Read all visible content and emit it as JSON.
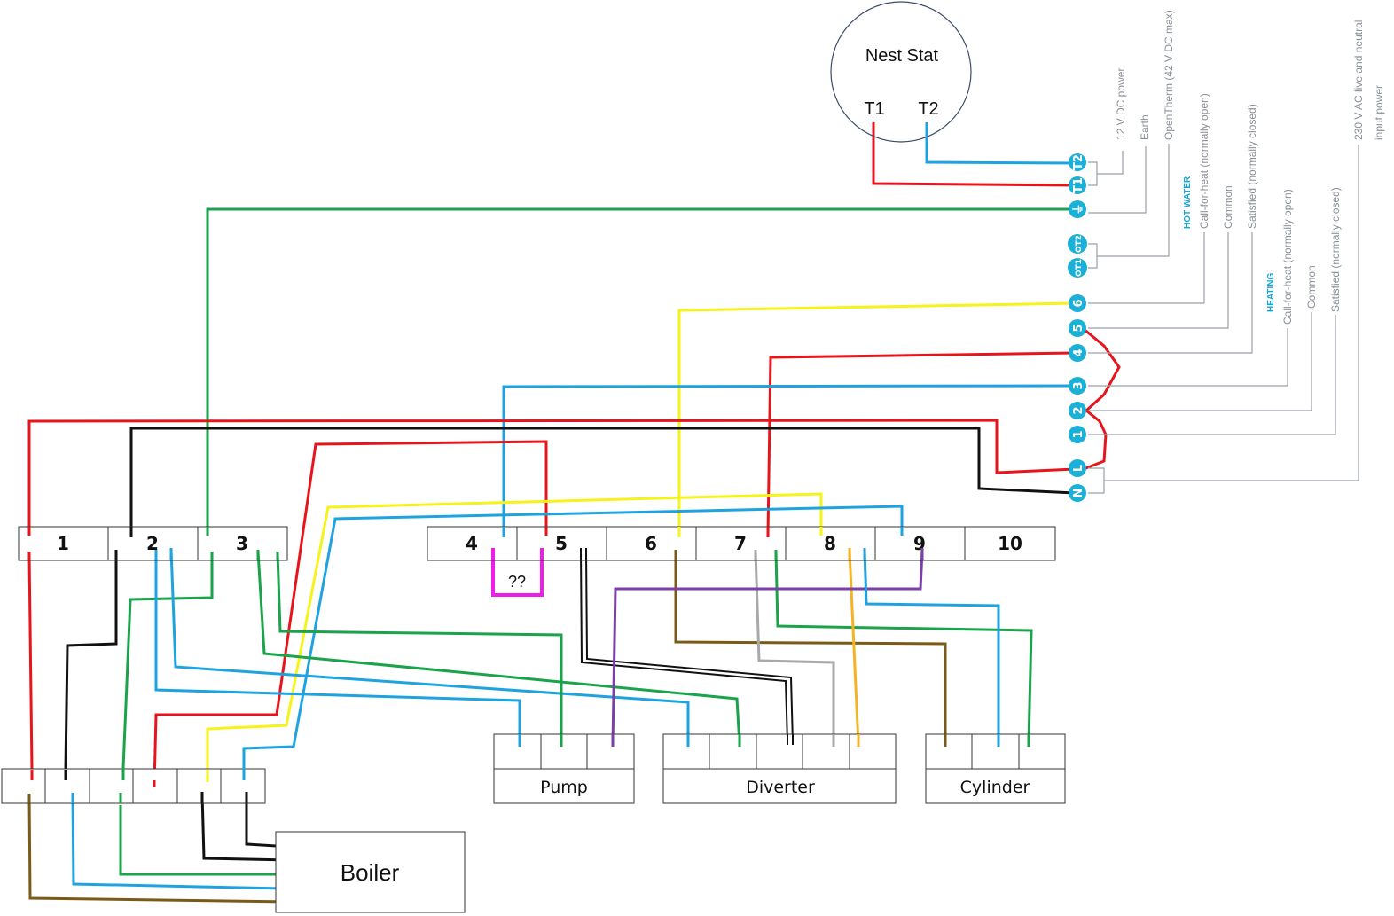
{
  "colors": {
    "red": "#e8141c",
    "black": "#111111",
    "green": "#1aa34a",
    "blue": "#1fa3e0",
    "yellow": "#f6f31a",
    "brown": "#7a5a18",
    "grey": "#a9a9a9",
    "orange": "#f5b324",
    "purple": "#7b3fa8",
    "magenta": "#ee1de8",
    "hub": "#1ab0d8",
    "label_grey": "#8a8f96"
  },
  "thermostat": {
    "title": "Nest Stat",
    "t1": "T1",
    "t2": "T2"
  },
  "hub": {
    "terminals": [
      "T2",
      "T1",
      "⏚",
      "OT2",
      "OT1",
      "6",
      "5",
      "4",
      "3",
      "2",
      "1",
      "L",
      "N"
    ],
    "labels": {
      "dc_power": "12 V DC power",
      "earth": "Earth",
      "opentherm": "OpenTherm (42 V DC max)",
      "hot_water_heading": "HOT WATER",
      "hw_call": "Call-for-heat (normally open)",
      "hw_common": "Common",
      "hw_satisfied": "Satisfied (normally closed)",
      "heating_heading": "HEATING",
      "ht_call": "Call-for-heat (normally open)",
      "ht_common": "Common",
      "ht_satisfied": "Satisfied (normally closed)",
      "ac_power_1": "230 V AC live and neutral",
      "ac_power_2": "input power"
    }
  },
  "junction_left": [
    "1",
    "2",
    "3"
  ],
  "junction_right": [
    "4",
    "5",
    "6",
    "7",
    "8",
    "9",
    "10"
  ],
  "unknown_link": "??",
  "devices": {
    "pump": "Pump",
    "diverter": "Diverter",
    "cylinder": "Cylinder",
    "boiler": "Boiler"
  }
}
